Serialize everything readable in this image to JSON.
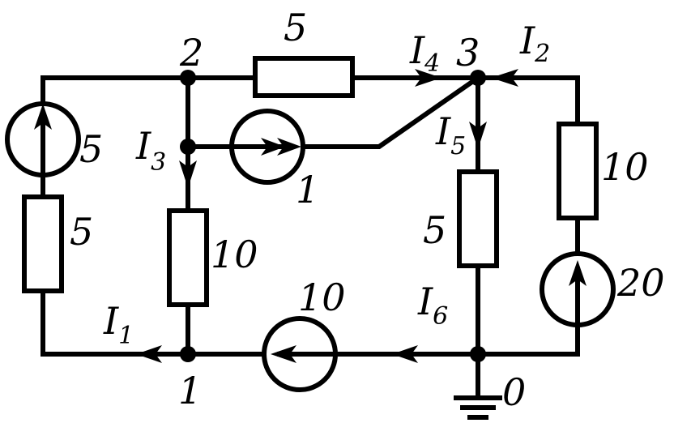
{
  "nodes": {
    "n0": "0",
    "n1": "1",
    "n2": "2",
    "n3": "3"
  },
  "resistors": {
    "r_top": "5",
    "r_left": "5",
    "r_mid": "10",
    "r_center": "5",
    "r_right": "10"
  },
  "sources": {
    "e_left": "5",
    "j_mid": "1",
    "e_bottom": "10",
    "e_right": "20"
  },
  "currents": {
    "i1": {
      "letter": "I",
      "index": "1"
    },
    "i2": {
      "letter": "I",
      "index": "2"
    },
    "i3": {
      "letter": "I",
      "index": "3"
    },
    "i4": {
      "letter": "I",
      "index": "4"
    },
    "i5": {
      "letter": "I",
      "index": "5"
    },
    "i6": {
      "letter": "I",
      "index": "6"
    }
  },
  "colors": {
    "ink": "#000000",
    "paper": "#ffffff"
  }
}
